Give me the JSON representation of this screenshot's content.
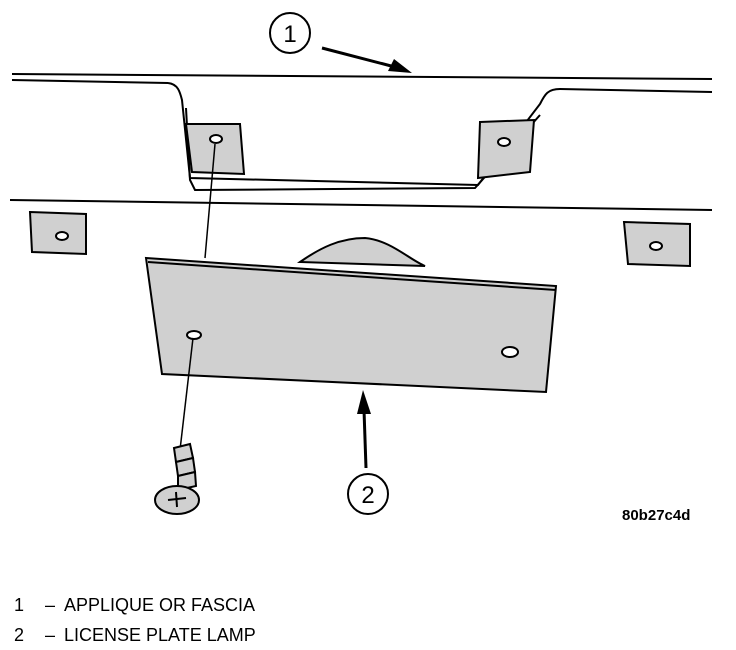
{
  "figure": {
    "code": "80b27c4d"
  },
  "callouts": [
    {
      "number": "1"
    },
    {
      "number": "2"
    }
  ],
  "legend": [
    {
      "number": "1",
      "dash": "–",
      "label": "APPLIQUE OR FASCIA"
    },
    {
      "number": "2",
      "dash": "–",
      "label": "LICENSE PLATE LAMP"
    }
  ],
  "colors": {
    "ink": "#000000",
    "background": "#ffffff",
    "shade": "#d0d0d0"
  }
}
